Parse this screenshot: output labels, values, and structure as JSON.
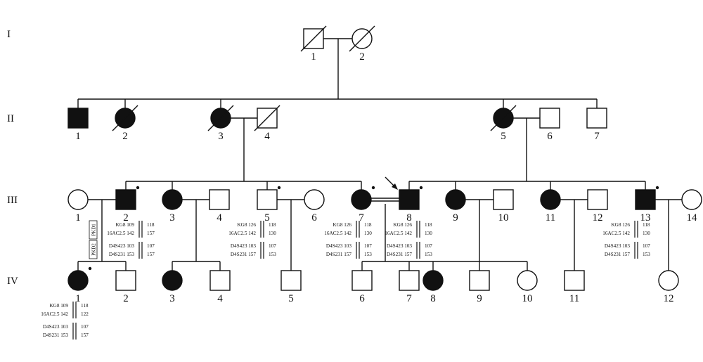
{
  "generations": [
    "I",
    "II",
    "III",
    "IV"
  ],
  "colors": {
    "line": "#111111",
    "affected": "#111111",
    "unaffected": "#ffffff"
  },
  "individuals": [
    {
      "gen": 0,
      "num": "1",
      "sex": "male",
      "affected": false,
      "deceased": true,
      "dot": false
    },
    {
      "gen": 0,
      "num": "2",
      "sex": "female",
      "affected": false,
      "deceased": true,
      "dot": false
    },
    {
      "gen": 1,
      "num": "1",
      "sex": "male",
      "affected": true,
      "deceased": false,
      "dot": false
    },
    {
      "gen": 1,
      "num": "2",
      "sex": "female",
      "affected": true,
      "deceased": true,
      "dot": false
    },
    {
      "gen": 1,
      "num": "3",
      "sex": "female",
      "affected": true,
      "deceased": true,
      "dot": false
    },
    {
      "gen": 1,
      "num": "4",
      "sex": "male",
      "affected": false,
      "deceased": true,
      "dot": false
    },
    {
      "gen": 1,
      "num": "5",
      "sex": "female",
      "affected": true,
      "deceased": true,
      "dot": false
    },
    {
      "gen": 1,
      "num": "6",
      "sex": "male",
      "affected": false,
      "deceased": false,
      "dot": false
    },
    {
      "gen": 1,
      "num": "7",
      "sex": "male",
      "affected": false,
      "deceased": false,
      "dot": false
    },
    {
      "gen": 2,
      "num": "1",
      "sex": "female",
      "affected": false,
      "deceased": false,
      "dot": false
    },
    {
      "gen": 2,
      "num": "2",
      "sex": "male",
      "affected": true,
      "deceased": false,
      "dot": true
    },
    {
      "gen": 2,
      "num": "3",
      "sex": "female",
      "affected": true,
      "deceased": false,
      "dot": false
    },
    {
      "gen": 2,
      "num": "4",
      "sex": "male",
      "affected": false,
      "deceased": false,
      "dot": false
    },
    {
      "gen": 2,
      "num": "5",
      "sex": "male",
      "affected": false,
      "deceased": false,
      "dot": true
    },
    {
      "gen": 2,
      "num": "6",
      "sex": "female",
      "affected": false,
      "deceased": false,
      "dot": false
    },
    {
      "gen": 2,
      "num": "7",
      "sex": "female",
      "affected": true,
      "deceased": false,
      "dot": true
    },
    {
      "gen": 2,
      "num": "8",
      "sex": "male",
      "affected": true,
      "deceased": false,
      "dot": true,
      "proband": true
    },
    {
      "gen": 2,
      "num": "9",
      "sex": "female",
      "affected": true,
      "deceased": false,
      "dot": false
    },
    {
      "gen": 2,
      "num": "10",
      "sex": "male",
      "affected": false,
      "deceased": false,
      "dot": false
    },
    {
      "gen": 2,
      "num": "11",
      "sex": "female",
      "affected": true,
      "deceased": false,
      "dot": false
    },
    {
      "gen": 2,
      "num": "12",
      "sex": "male",
      "affected": false,
      "deceased": false,
      "dot": false
    },
    {
      "gen": 2,
      "num": "13",
      "sex": "male",
      "affected": true,
      "deceased": false,
      "dot": true
    },
    {
      "gen": 2,
      "num": "14",
      "sex": "female",
      "affected": false,
      "deceased": false,
      "dot": false
    },
    {
      "gen": 3,
      "num": "1",
      "sex": "female",
      "affected": true,
      "deceased": false,
      "dot": true
    },
    {
      "gen": 3,
      "num": "2",
      "sex": "male",
      "affected": false,
      "deceased": false,
      "dot": false
    },
    {
      "gen": 3,
      "num": "3",
      "sex": "female",
      "affected": true,
      "deceased": false,
      "dot": false
    },
    {
      "gen": 3,
      "num": "4",
      "sex": "male",
      "affected": false,
      "deceased": false,
      "dot": false
    },
    {
      "gen": 3,
      "num": "5",
      "sex": "male",
      "affected": false,
      "deceased": false,
      "dot": false
    },
    {
      "gen": 3,
      "num": "6",
      "sex": "male",
      "affected": false,
      "deceased": false,
      "dot": false
    },
    {
      "gen": 3,
      "num": "7",
      "sex": "male",
      "affected": false,
      "deceased": false,
      "dot": false
    },
    {
      "gen": 3,
      "num": "8",
      "sex": "female",
      "affected": true,
      "deceased": false,
      "dot": false
    },
    {
      "gen": 3,
      "num": "9",
      "sex": "male",
      "affected": false,
      "deceased": false,
      "dot": false
    },
    {
      "gen": 3,
      "num": "10",
      "sex": "female",
      "affected": false,
      "deceased": false,
      "dot": false
    },
    {
      "gen": 3,
      "num": "11",
      "sex": "male",
      "affected": false,
      "deceased": false,
      "dot": false
    },
    {
      "gen": 3,
      "num": "12",
      "sex": "female",
      "affected": false,
      "deceased": false,
      "dot": false
    }
  ],
  "haplotypes": [
    {
      "id": "III-2",
      "rows": [
        [
          "KG8",
          "109",
          "118"
        ],
        [
          "16AC2.5",
          "142",
          "157"
        ],
        [
          "D4S423",
          "103",
          "107"
        ],
        [
          "D4S231",
          "153",
          "157"
        ]
      ]
    },
    {
      "id": "III-5",
      "rows": [
        [
          "KG8",
          "126",
          "118"
        ],
        [
          "16AC2.5",
          "142",
          "130"
        ],
        [
          "D4S423",
          "103",
          "107"
        ],
        [
          "D4S231",
          "157",
          "153"
        ]
      ]
    },
    {
      "id": "III-7",
      "rows": [
        [
          "KG8",
          "126",
          "118"
        ],
        [
          "16AC2.5",
          "142",
          "130"
        ],
        [
          "D4S423",
          "103",
          "107"
        ],
        [
          "D4S231",
          "157",
          "153"
        ]
      ]
    },
    {
      "id": "III-8",
      "rows": [
        [
          "KG8",
          "126",
          "118"
        ],
        [
          "16AC2.5",
          "142",
          "130"
        ],
        [
          "D4S423",
          "103",
          "107"
        ],
        [
          "D4S231",
          "157",
          "153"
        ]
      ]
    },
    {
      "id": "III-13",
      "rows": [
        [
          "KG8",
          "126",
          "118"
        ],
        [
          "16AC2.5",
          "142",
          "130"
        ],
        [
          "D4S423",
          "103",
          "107"
        ],
        [
          "D4S231",
          "157",
          "153"
        ]
      ]
    },
    {
      "id": "IV-1",
      "rows": [
        [
          "KG8",
          "109",
          "118"
        ],
        [
          "16AC2.5",
          "142",
          "122"
        ],
        [
          "D4S423",
          "103",
          "107"
        ],
        [
          "D4S231",
          "153",
          "157"
        ]
      ]
    }
  ],
  "gene_labels": [
    "PKD1",
    "PKD2"
  ]
}
